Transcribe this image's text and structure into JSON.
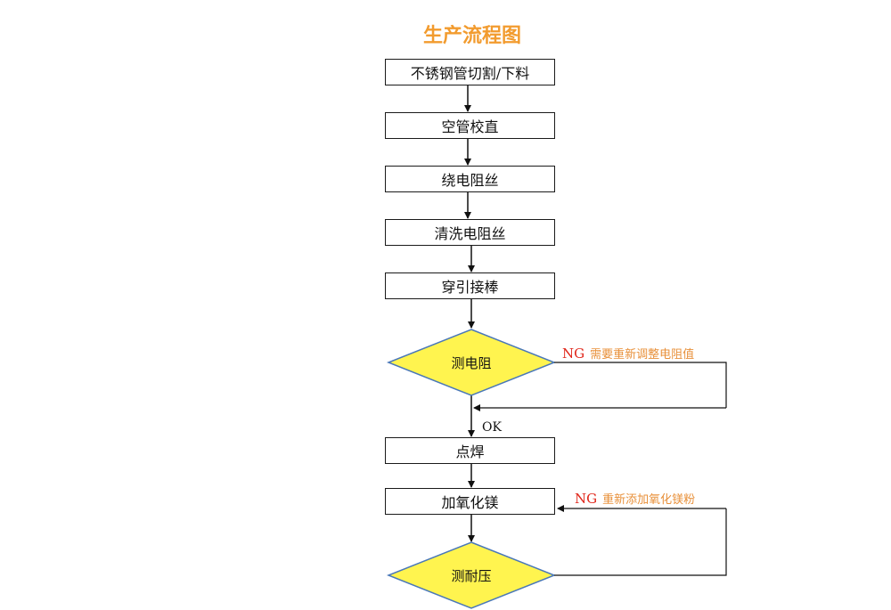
{
  "title": "生产流程图",
  "steps": {
    "s1": "不锈钢管切割/下料",
    "s2": "空管校直",
    "s3": "绕电阻丝",
    "s4": "清洗电阻丝",
    "s5": "穿引接棒",
    "s6": "点焊",
    "s7": "加氧化镁"
  },
  "decisions": {
    "d1": "测电阻",
    "d2": "测耐压"
  },
  "branches": {
    "ok": "OK",
    "ng1_tag": "NG",
    "ng1_text": "需要重新调整电阻值",
    "ng2_tag": "NG",
    "ng2_text": "重新添加氧化镁粉"
  },
  "colors": {
    "title": "#f29b2e",
    "decision_fill": "#fff44f",
    "ng_tag": "#e0261a",
    "ng_text": "#e8903a"
  }
}
